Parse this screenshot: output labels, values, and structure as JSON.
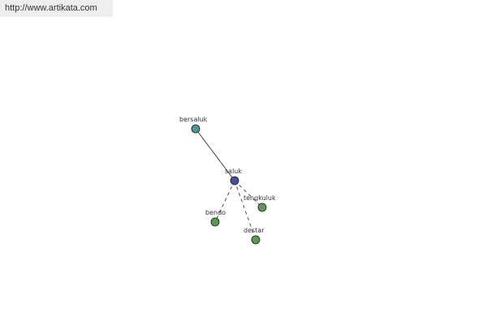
{
  "header": {
    "url": "http://www.artikata.com"
  },
  "graph": {
    "nodes": [
      {
        "id": "bersaluk",
        "label": "bersaluk",
        "color": "#4f9393"
      },
      {
        "id": "saluk",
        "label": "saluk",
        "color": "#4b4d9b"
      },
      {
        "id": "tengkuluk",
        "label": "tengkuluk",
        "color": "#5a9a52"
      },
      {
        "id": "bendo",
        "label": "bendo",
        "color": "#5a9a52"
      },
      {
        "id": "destar",
        "label": "destar",
        "color": "#5a9a52"
      }
    ],
    "edges": [
      {
        "from": "bersaluk",
        "to": "saluk",
        "style": "solid"
      },
      {
        "from": "saluk",
        "to": "bendo",
        "style": "dashed"
      },
      {
        "from": "saluk",
        "to": "destar",
        "style": "dashed"
      },
      {
        "from": "saluk",
        "to": "tengkuluk",
        "style": "dashed"
      }
    ]
  }
}
